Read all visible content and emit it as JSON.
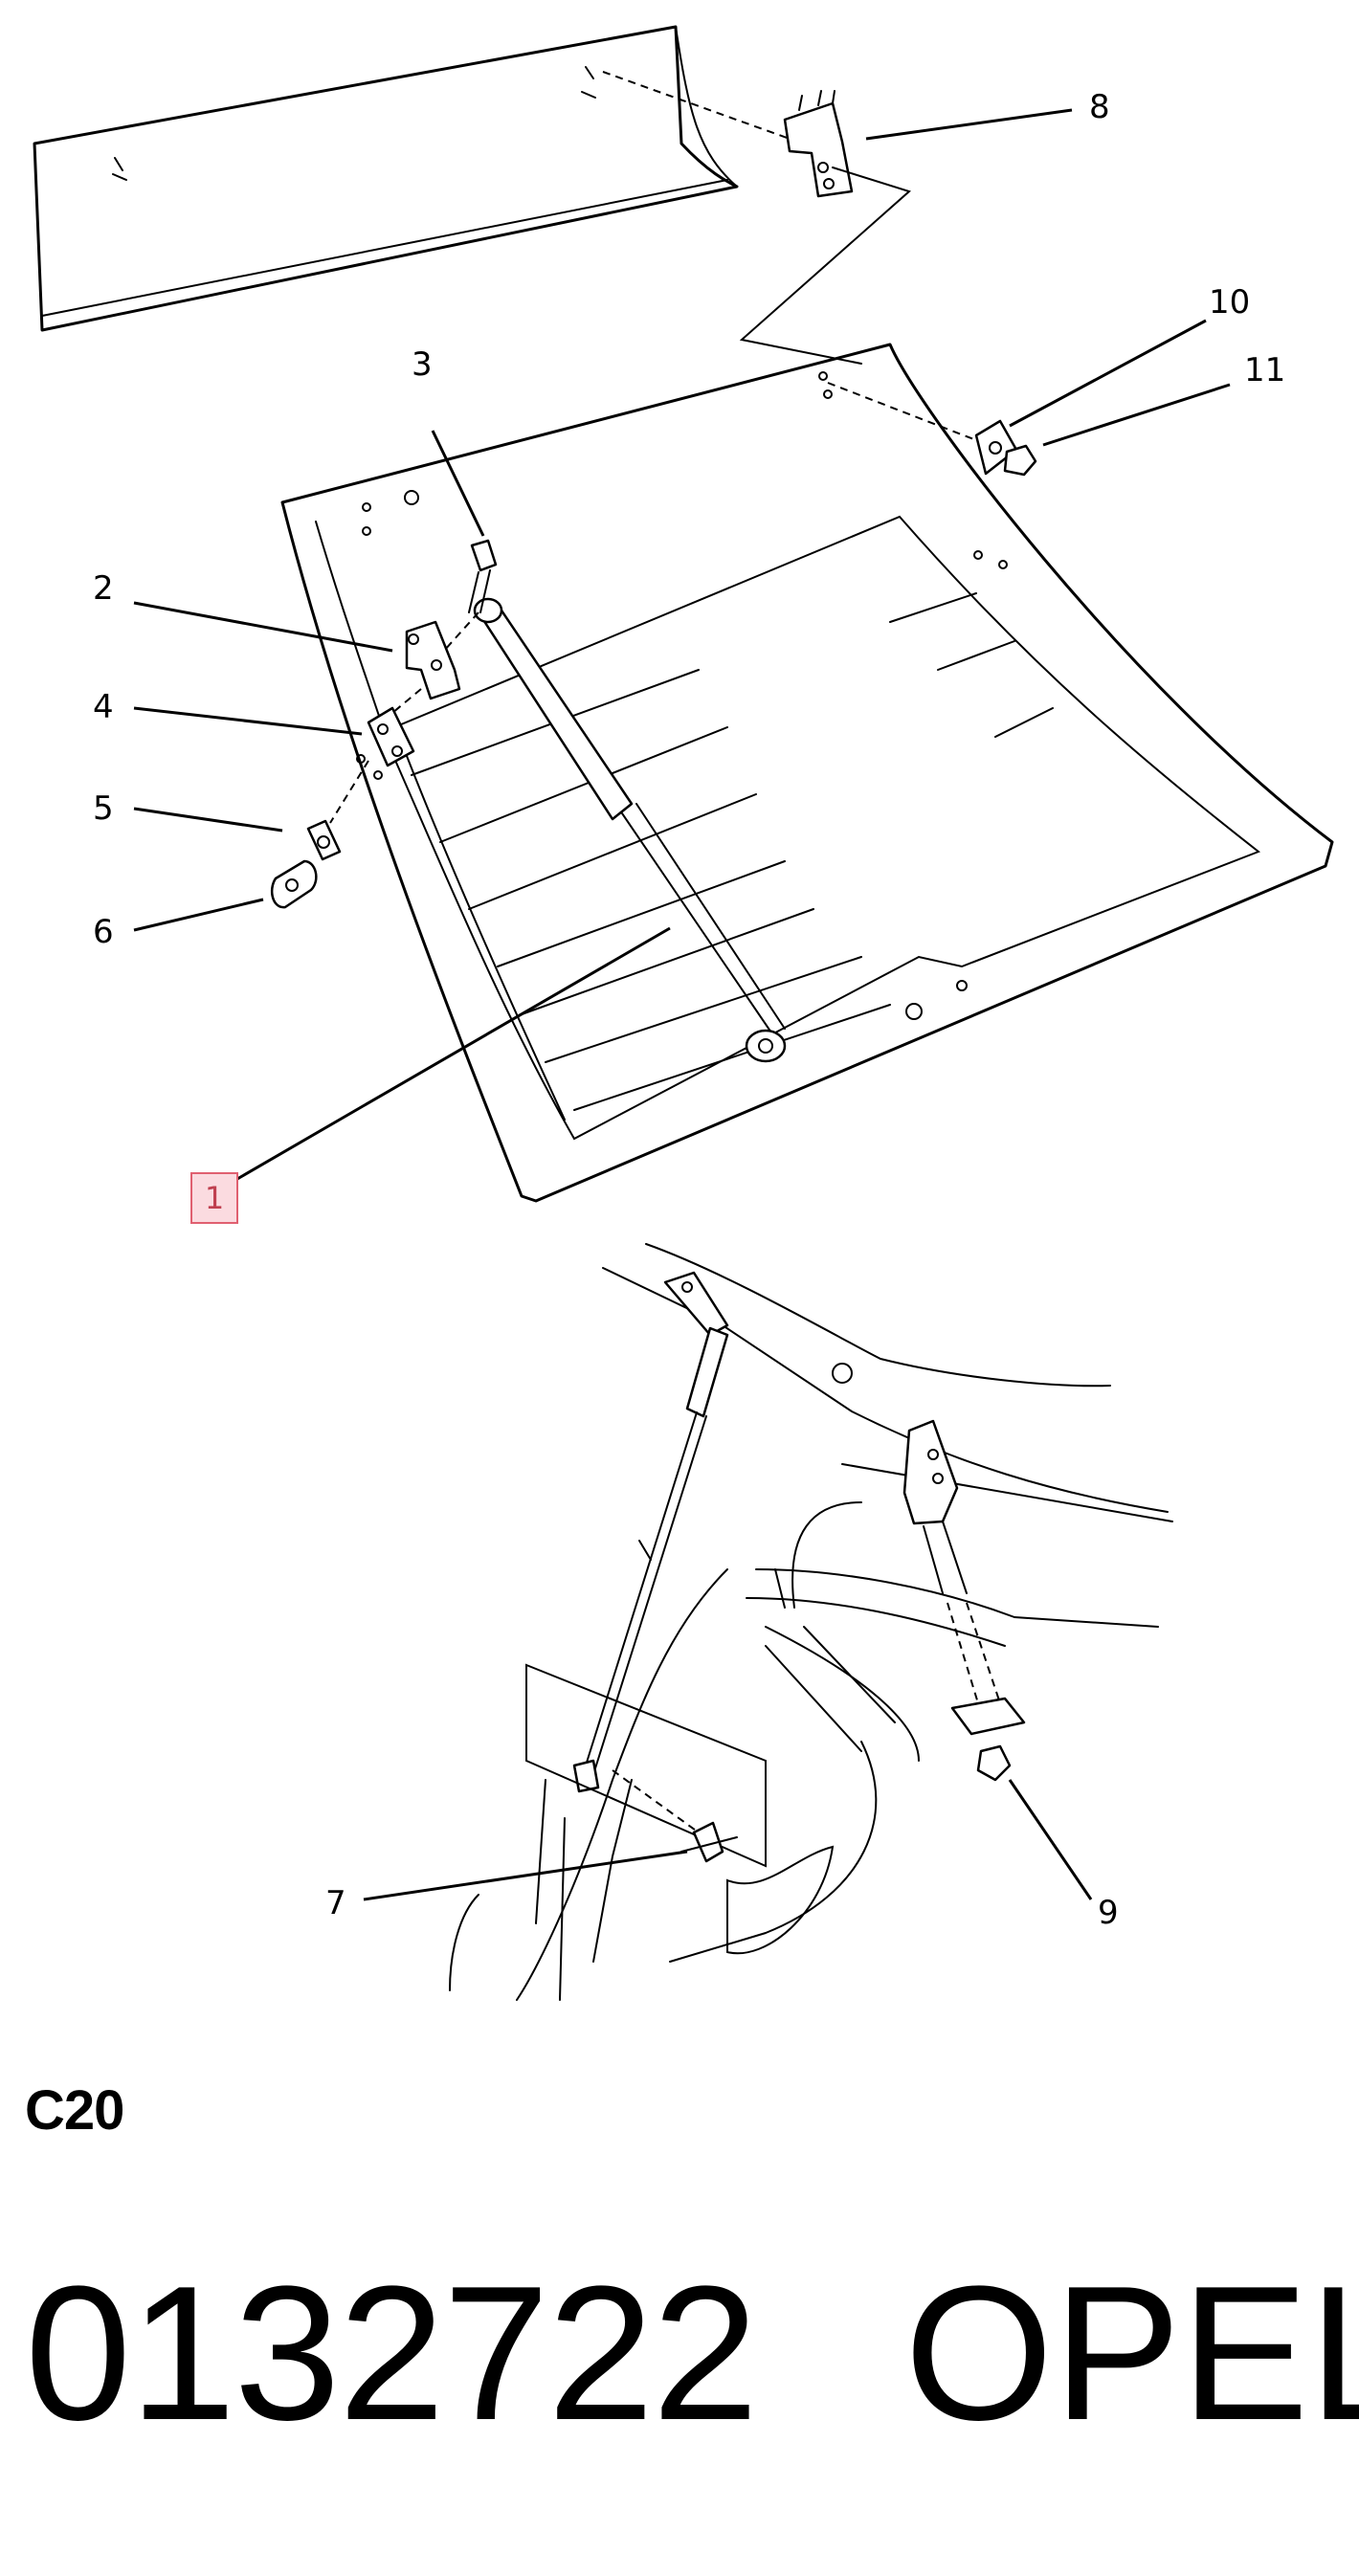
{
  "callouts": {
    "c1": "1",
    "c2": "2",
    "c3": "3",
    "c4": "4",
    "c5": "5",
    "c6": "6",
    "c7": "7",
    "c8": "8",
    "c9": "9",
    "c10": "10",
    "c11": "11"
  },
  "section_code": "C20",
  "part_number": "0132722",
  "brand": "OPEL",
  "highlight_color": "#fbdbe0"
}
